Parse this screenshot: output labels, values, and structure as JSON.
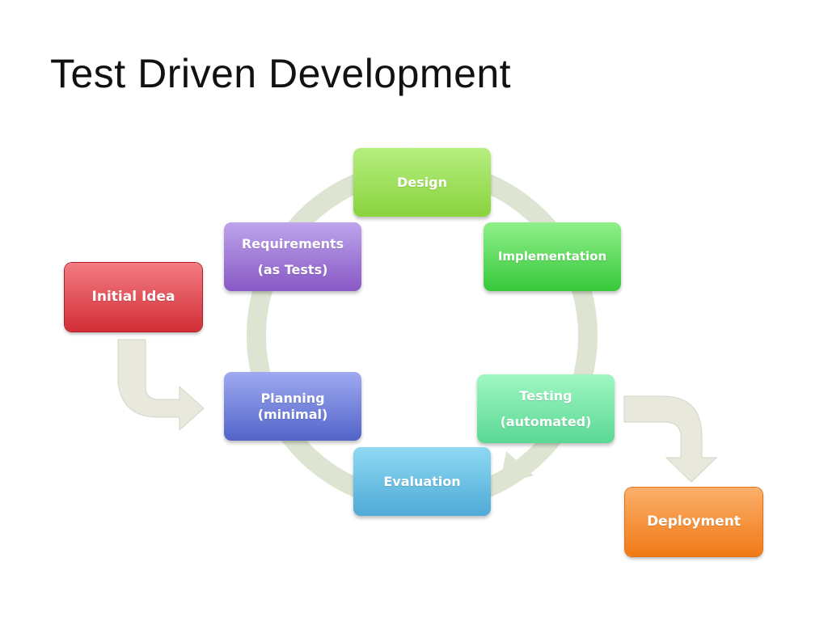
{
  "title": "Test Driven Development",
  "nodes": {
    "design": "Design",
    "implementation": "Implementation",
    "testing": {
      "line1": "Testing",
      "line2": "(automated)"
    },
    "evaluation": "Evaluation",
    "planning": {
      "line1": "Planning",
      "line2": "(minimal)"
    },
    "requirements": {
      "line1": "Requirements",
      "line2": "(as Tests)"
    },
    "initial_idea": "Initial Idea",
    "deployment": "Deployment"
  },
  "colors": {
    "design": "#a5e05f",
    "implementation": "#5fd85c",
    "testing": "#7ce8aa",
    "evaluation": "#6cc0e6",
    "planning": "#7383dc",
    "requirements": "#a67ed8",
    "initial_idea": "#e0474f",
    "deployment": "#f5922f",
    "cycle_ring": "#dde5d2",
    "side_arrows": "#e8e8dc"
  }
}
